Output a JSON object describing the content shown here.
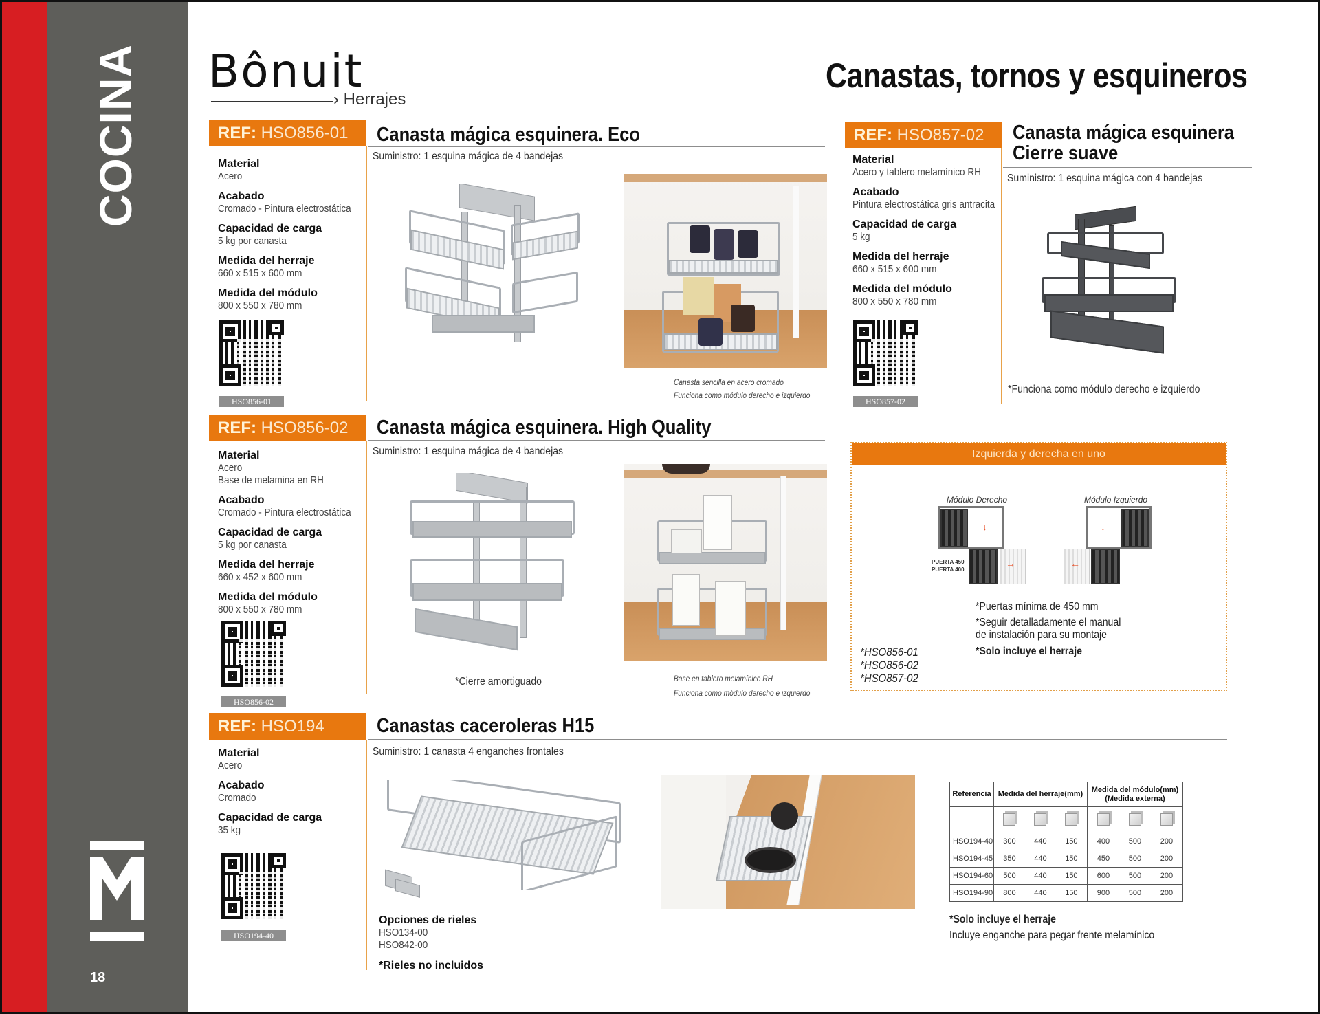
{
  "sidebar": {
    "section": "COCINA",
    "page_number": "18",
    "brand_mark": "M",
    "colors": {
      "red": "#d71e22",
      "gray": "#5e5e5a"
    }
  },
  "header": {
    "logo_brand": "Bônuit",
    "logo_sub": "Herrajes",
    "title": "Canastas, tornos y esquineros"
  },
  "accent_color": "#e8780f",
  "products": [
    {
      "ref_label": "REF:",
      "ref": "HSO856-01",
      "title": "Canasta mágica esquinera. Eco",
      "supply": "Suministro: 1 esquina mágica de 4 bandejas",
      "specs": [
        {
          "key": "Material",
          "value": [
            "Acero"
          ]
        },
        {
          "key": "Acabado",
          "value": [
            "Cromado - Pintura electrostática"
          ]
        },
        {
          "key": "Capacidad de carga",
          "value": [
            "5 kg por canasta"
          ]
        },
        {
          "key": "Medida del herraje",
          "value": [
            "660 x 515 x 600 mm"
          ]
        },
        {
          "key": "Medida del módulo",
          "value": [
            "800 x 550 x 780 mm"
          ]
        }
      ],
      "qr_code_label": "HSO856-01",
      "photo_captions": [
        "Canasta sencilla en acero cromado",
        "Funciona como módulo derecho e izquierdo"
      ]
    },
    {
      "ref_label": "REF:",
      "ref": "HSO857-02",
      "title_line1": "Canasta mágica esquinera",
      "title_line2": "Cierre suave",
      "supply": "Suministro: 1 esquina mágica con 4 bandejas",
      "specs": [
        {
          "key": "Material",
          "value": [
            "Acero y tablero melamínico RH"
          ]
        },
        {
          "key": "Acabado",
          "value": [
            "Pintura electrostática gris antracita"
          ]
        },
        {
          "key": "Capacidad de carga",
          "value": [
            "5 kg"
          ]
        },
        {
          "key": "Medida del herraje",
          "value": [
            "660 x 515 x 600 mm"
          ]
        },
        {
          "key": "Medida del módulo",
          "value": [
            "800 x 550 x 780 mm"
          ]
        }
      ],
      "qr_code_label": "HSO857-02",
      "note": "*Funciona como módulo derecho e izquierdo"
    },
    {
      "ref_label": "REF:",
      "ref": "HSO856-02",
      "title": "Canasta mágica esquinera. High Quality",
      "supply": "Suministro: 1 esquina mágica de 4 bandejas",
      "specs": [
        {
          "key": "Material",
          "value": [
            "Acero",
            "Base de melamina en RH"
          ]
        },
        {
          "key": "Acabado",
          "value": [
            "Cromado - Pintura electrostática"
          ]
        },
        {
          "key": "Capacidad de carga",
          "value": [
            "5 kg por canasta"
          ]
        },
        {
          "key": "Medida del herraje",
          "value": [
            "660 x 452 x 600 mm"
          ]
        },
        {
          "key": "Medida del módulo",
          "value": [
            "800 x 550 x 780 mm"
          ]
        }
      ],
      "qr_code_label": "HSO856-02",
      "note": "*Cierre amortiguado",
      "photo_captions": [
        "Base en tablero melamínico RH",
        "Funciona como módulo derecho e izquierdo"
      ]
    },
    {
      "ref_label": "REF:",
      "ref": "HSO194",
      "title": "Canastas caceroleras H15",
      "supply": "Suministro: 1 canasta 4 enganches frontales",
      "specs": [
        {
          "key": "Material",
          "value": [
            "Acero"
          ]
        },
        {
          "key": "Acabado",
          "value": [
            "Cromado"
          ]
        },
        {
          "key": "Capacidad de carga",
          "value": [
            "35 kg"
          ]
        }
      ],
      "qr_code_label": "HSO194-40",
      "rails": {
        "title": "Opciones de rieles",
        "options": [
          "HSO134-00",
          "HSO842-00"
        ],
        "note": "*Rieles no incluidos"
      },
      "footer_bold": "*Solo incluye el herraje",
      "footer_text": "Incluye enganche para pegar frente melamínico",
      "table": {
        "headers": [
          "Referencia",
          "Medida del herraje(mm)",
          "Medida del módulo(mm)",
          "(Medida externa)"
        ],
        "dimension_icons": [
          "width-icon",
          "depth-icon",
          "height-icon",
          "width-icon",
          "depth-icon",
          "height-icon"
        ],
        "rows": [
          [
            "HSO194-40",
            "300",
            "440",
            "150",
            "400",
            "500",
            "200"
          ],
          [
            "HSO194-45",
            "350",
            "440",
            "150",
            "450",
            "500",
            "200"
          ],
          [
            "HSO194-60",
            "500",
            "440",
            "150",
            "600",
            "500",
            "200"
          ],
          [
            "HSO194-90",
            "800",
            "440",
            "150",
            "900",
            "500",
            "200"
          ]
        ]
      }
    }
  ],
  "info_box": {
    "title": "Izquierda y derecha en uno",
    "diagram_right_label": "Módulo Derecho",
    "diagram_left_label": "Módulo Izquierdo",
    "door_labels": [
      "PUERTA 450",
      "PUERTA 400"
    ],
    "notes": [
      "*Puertas mínima de 450 mm",
      "*Seguir detalladamente el manual",
      "de instalación para su montaje"
    ],
    "bold_note": "*Solo incluye el herraje",
    "applies_to": [
      "*HSO856-01",
      "*HSO856-02",
      "*HSO857-02"
    ]
  }
}
